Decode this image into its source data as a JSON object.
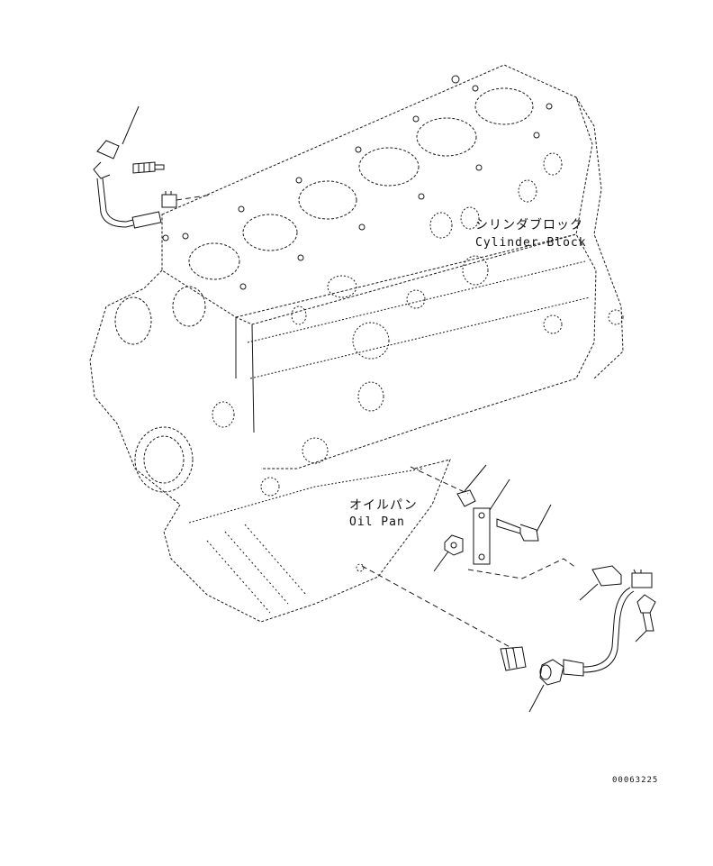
{
  "labels": {
    "cylinder_block_jp": "シリンダブロック",
    "cylinder_block_en": "Cylinder Block",
    "oil_pan_jp": "オイルパン",
    "oil_pan_en": "Oil Pan"
  },
  "drawing_number": "00063225",
  "colors": {
    "line": "#1a1a1a",
    "dash": "#333333",
    "background": "#ffffff"
  }
}
